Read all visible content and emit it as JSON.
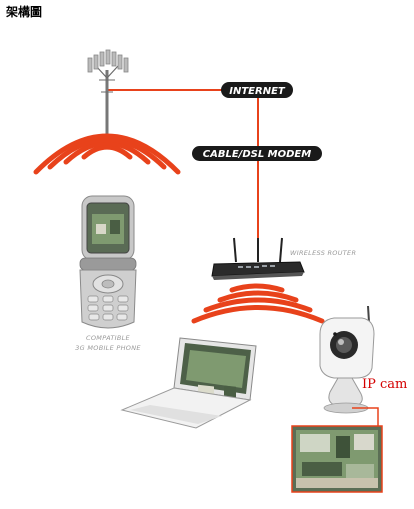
{
  "page": {
    "title": "架構圖"
  },
  "labels": {
    "internet": "INTERNET",
    "modem": "CABLE/DSL MODEM",
    "router": "WIRELESS ROUTER",
    "phone_line1": "COMPATIBLE",
    "phone_line2": "3G MOBILE PHONE",
    "ipcam": "IP cam"
  },
  "colors": {
    "line": "#e8421b",
    "waves": "#e8421b",
    "pill": "#1a1a1a",
    "accent_label": "#d40000"
  },
  "nodes": [
    {
      "id": "cell-tower",
      "icon": "cell-tower-icon"
    },
    {
      "id": "internet",
      "icon": "pill-label"
    },
    {
      "id": "modem",
      "icon": "pill-label"
    },
    {
      "id": "router",
      "icon": "router-icon"
    },
    {
      "id": "phone",
      "icon": "flip-phone-icon"
    },
    {
      "id": "laptop",
      "icon": "laptop-icon"
    },
    {
      "id": "ip-camera",
      "icon": "ip-camera-icon"
    }
  ]
}
